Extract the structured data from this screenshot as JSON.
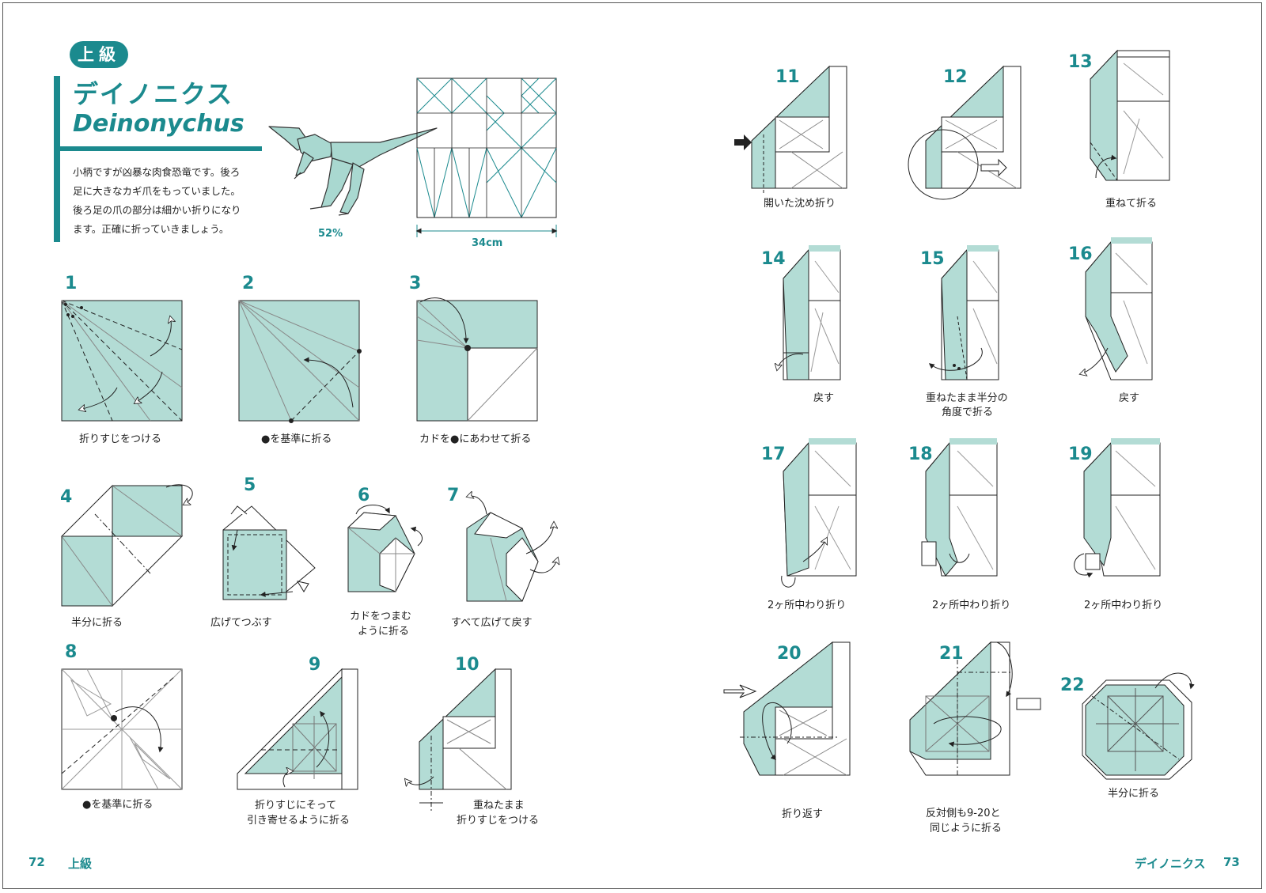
{
  "header": {
    "level_badge": "上級",
    "title_jp": "デイノニクス",
    "title_en": "Deinonychus",
    "description": [
      "小柄ですが凶暴な肉食恐竜です。後ろ",
      "足に大きなカギ爪をもっていました。",
      "後ろ足の爪の部分は細かい折りになり",
      "ます。正確に折っていきましょう。"
    ],
    "scale_text": "52%",
    "paper_size": "34cm"
  },
  "steps": [
    {
      "number": "1",
      "caption": [
        "折りすじをつける"
      ]
    },
    {
      "number": "2",
      "caption": [
        "●を基準に折る"
      ]
    },
    {
      "number": "3",
      "caption": [
        "カドを●にあわせて折る"
      ]
    },
    {
      "number": "4",
      "caption": [
        "半分に折る"
      ]
    },
    {
      "number": "5",
      "caption": [
        "広げてつぶす"
      ]
    },
    {
      "number": "6",
      "caption": [
        "カドをつまむ",
        "ように折る"
      ]
    },
    {
      "number": "7",
      "caption": [
        "すべて広げて戻す"
      ]
    },
    {
      "number": "8",
      "caption": [
        "●を基準に折る"
      ]
    },
    {
      "number": "9",
      "caption": [
        "折りすじにそって",
        "引き寄せるように折る"
      ]
    },
    {
      "number": "10",
      "caption": [
        "重ねたまま",
        "折りすじをつける"
      ]
    },
    {
      "number": "11",
      "caption": [
        "開いた沈め折り"
      ]
    },
    {
      "number": "12",
      "caption": [
        ""
      ]
    },
    {
      "number": "13",
      "caption": [
        "重ねて折る"
      ]
    },
    {
      "number": "14",
      "caption": [
        "戻す"
      ]
    },
    {
      "number": "15",
      "caption": [
        "重ねたまま半分の",
        "角度で折る"
      ]
    },
    {
      "number": "16",
      "caption": [
        "戻す"
      ]
    },
    {
      "number": "17",
      "caption": [
        "2ヶ所中わり折り"
      ]
    },
    {
      "number": "18",
      "caption": [
        "2ヶ所中わり折り"
      ]
    },
    {
      "number": "19",
      "caption": [
        "2ヶ所中わり折り"
      ]
    },
    {
      "number": "20",
      "caption": [
        "折り返す"
      ]
    },
    {
      "number": "21",
      "caption": [
        "反対側も9-20と",
        "同じように折る"
      ]
    },
    {
      "number": "22",
      "caption": [
        "半分に折る"
      ]
    }
  ],
  "footer": {
    "left_page_number": "72",
    "left_section": "上級",
    "right_section": "デイノニクス",
    "right_page_number": "73"
  },
  "colors": {
    "accent": "#1b8a8e",
    "paper": "#b3dcd5"
  }
}
